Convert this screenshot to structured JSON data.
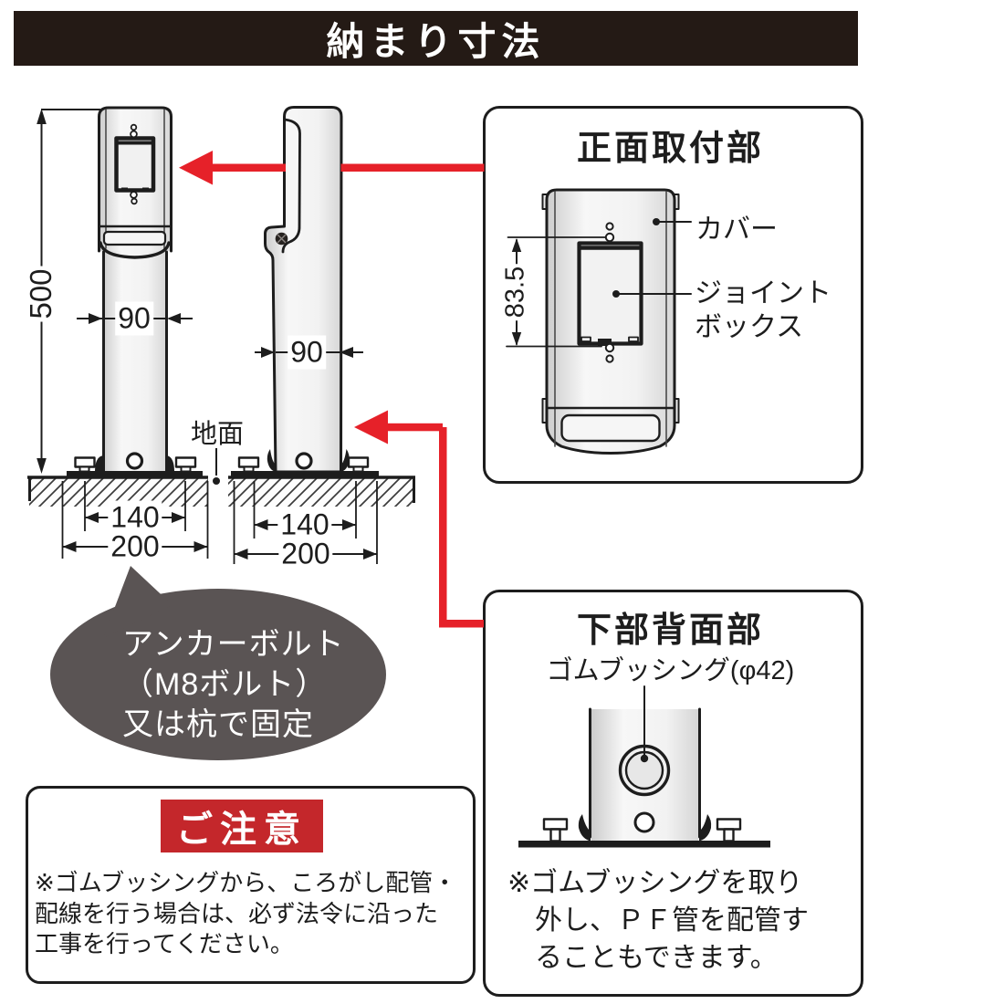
{
  "banner": {
    "title": "納まり寸法"
  },
  "drawing": {
    "ground_label": "地面",
    "front_view": {
      "height": "500",
      "width": "90",
      "hole_pitch": "140",
      "base_width": "200"
    },
    "side_view": {
      "width": "90",
      "hole_pitch": "140",
      "base_width": "200"
    }
  },
  "callout_bubble": {
    "line1": "アンカーボルト",
    "line2": "（M8ボルト）",
    "line3": "又は杭で固定"
  },
  "front_mount_box": {
    "title": "正面取付部",
    "cover_label": "カバー",
    "joint_box_label_line1": "ジョイント",
    "joint_box_label_line2": "ボックス",
    "opening_height": "83.5"
  },
  "bottom_rear_box": {
    "title": "下部背面部",
    "bushing_label": "ゴムブッシング(φ42)",
    "note_line1": "※ゴムブッシングを取り",
    "note_line2": "外し、ＰＦ管を配管す",
    "note_line3": "ることもできます。"
  },
  "caution_box": {
    "title": "ご注意",
    "body_line1": "※ゴムブッシングから、ころがし配管・",
    "body_line2": "配線を行う場合は、必ず法令に沿った",
    "body_line3": "工事を行ってください。"
  },
  "colors": {
    "arrow_red": "#e62129",
    "caution_red": "#c4272b",
    "banner_black": "#241a15",
    "bubble_gray": "#5a5454",
    "line_black": "#1d1d1d"
  }
}
